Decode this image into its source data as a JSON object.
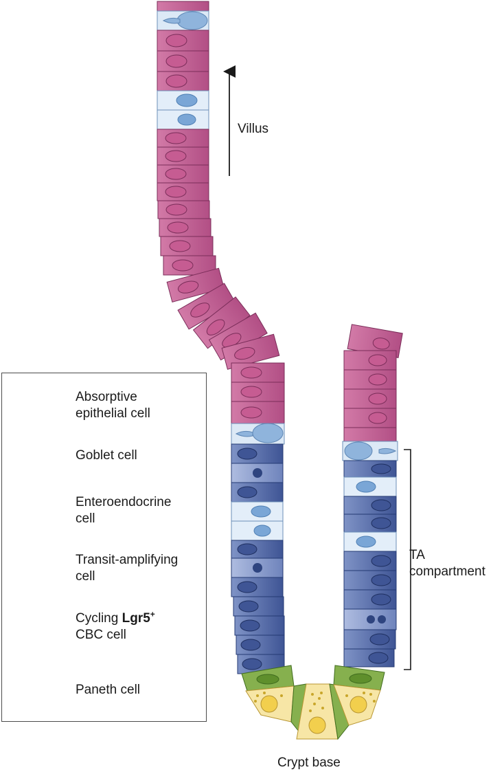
{
  "labels": {
    "villus": "Villus",
    "ta_line1": "TA",
    "ta_line2": "compartment",
    "crypt_base": "Crypt base"
  },
  "legend": {
    "absorptive": {
      "line1": "Absorptive",
      "line2": "epithelial cell"
    },
    "goblet": {
      "line1": "Goblet cell"
    },
    "enteroendocrine": {
      "line1": "Enteroendocrine",
      "line2": "cell"
    },
    "transit": {
      "line1": "Transit-amplifying",
      "line2": "cell"
    },
    "cbc": {
      "prefix": "Cycling",
      "marker": "Lgr5",
      "sup": "+",
      "line2": "CBC cell"
    },
    "paneth": {
      "line1": "Paneth cell"
    }
  },
  "colors": {
    "absorptive": "#c9669a",
    "goblet": "#c8dcf0",
    "enteroendocrine": "#dce9f6",
    "transit": "#5a73b0",
    "cbc": "#7fa845",
    "paneth": "#f5e3a0"
  }
}
